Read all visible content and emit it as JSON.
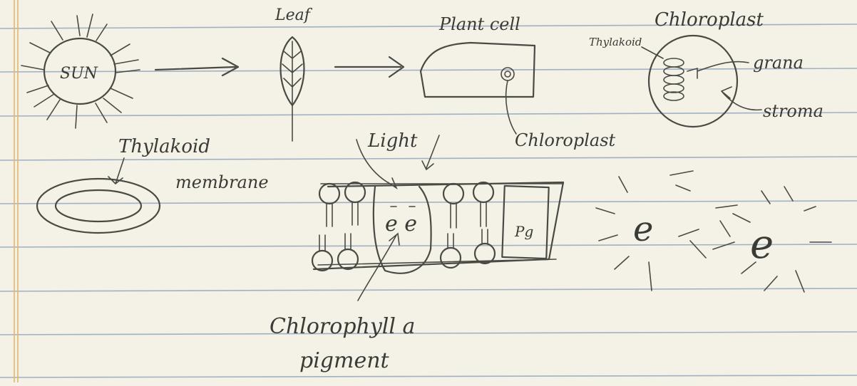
{
  "labels": {
    "sun": "SUN",
    "leaf": "Leaf",
    "plant_cell": "Plant cell",
    "chloroplast_title": "Chloroplast",
    "thylakoid_small": "Thylakoid",
    "grana": "grana",
    "stroma": "stroma",
    "chloroplast_label": "Chloroplast",
    "thylakoid_membrane_1": "Thylakoid",
    "thylakoid_membrane_2": "membrane",
    "light": "Light",
    "electrons_pair": "e e",
    "pigment_box": "Pg",
    "chlorophyll_1": "Chlorophyll a",
    "chlorophyll_2": "pigment",
    "free_electron": "e"
  },
  "colors": {
    "paper": "#f4f1e6",
    "ink": "#4a4a45",
    "rule": "#9fb2c4",
    "margin": "#e3b86a"
  }
}
